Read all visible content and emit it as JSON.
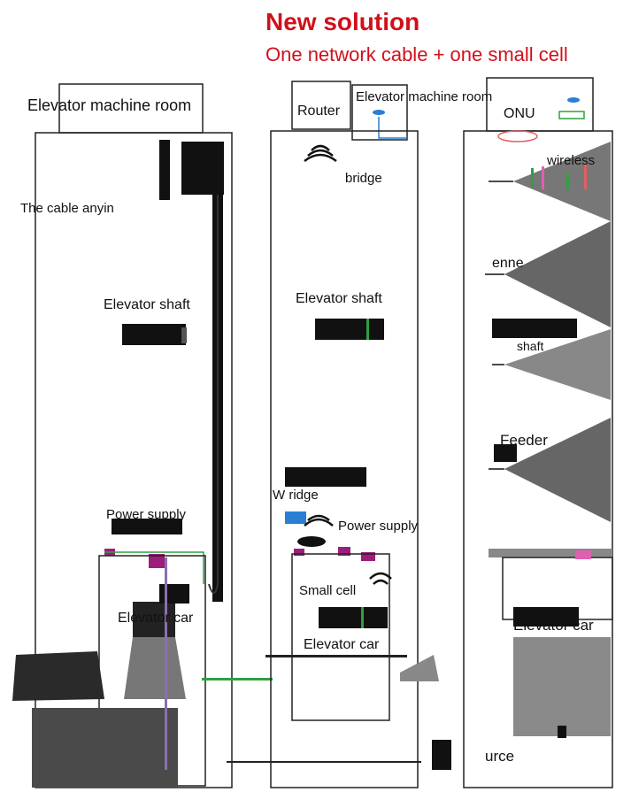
{
  "header": {
    "title": "New solution",
    "subtitle": "One network cable + one small cell",
    "accent_color": "#d0101c"
  },
  "left_panel": {
    "machine_room": "Elevator machine  room",
    "cable_label": "The cable    anyin",
    "shaft": "Elevator shaft",
    "power": "Power supply",
    "car": "Elevator car"
  },
  "middle_panel": {
    "router": "Router",
    "machine_room": "Elevator machine room",
    "bridge": "bridge",
    "shaft": "Elevator shaft",
    "wireless_bridge": "W          ridge",
    "power": "Power supply",
    "small_cell": "Small cell",
    "car": "Elevator car"
  },
  "right_panel": {
    "onu": "ONU",
    "wireless": "wireless",
    "antenna": "    enne",
    "shaft": "shaft",
    "feeder": "Feeder",
    "car": "Elevator car",
    "source": "urce"
  },
  "colors": {
    "panel_line": "#222222",
    "device_blue": "#2a7fd4",
    "power_magenta": "#9b1f7a",
    "link_green": "#2ea043"
  }
}
